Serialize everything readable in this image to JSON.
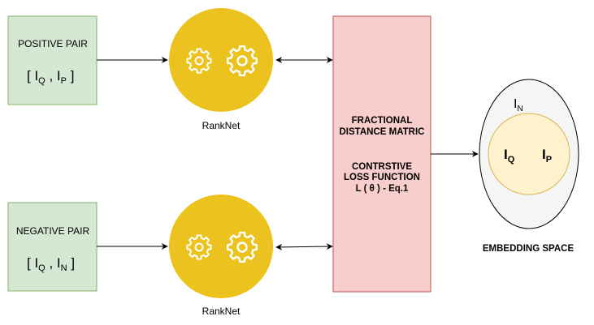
{
  "positive_pair": {
    "title": "POSITIVE PAIR",
    "open": "[ I",
    "q_sub": "Q",
    "comma": " , I",
    "p_sub": "P",
    "close": " ]"
  },
  "negative_pair": {
    "title": "NEGATIVE PAIR",
    "open": "[ I",
    "q_sub": "Q",
    "comma": " , I",
    "n_sub": "N",
    "close": " ]"
  },
  "rank_top": {
    "label": "RankNet"
  },
  "rank_bottom": {
    "label": "RankNet"
  },
  "loss_box": {
    "line1": "FRACTIONAL",
    "line2": "DISTANCE MATRIC",
    "line3": "CONTRSTIVE",
    "line4": "LOSS FUNCTION",
    "line5": "L ( θ ) - Eq.1"
  },
  "embedding": {
    "outer_letter": "I",
    "outer_sub": "N",
    "q_letter": "I",
    "q_sub": "Q",
    "p_letter": "I",
    "p_sub": "P",
    "caption": "EMBEDDING SPACE"
  },
  "colors": {
    "pair_fill": "#d5e8d4",
    "pair_stroke": "#82b366",
    "gear_circle": "#ecc21e",
    "loss_fill": "#f8cecc",
    "loss_stroke": "#b85450",
    "outer_ellipse": "#f5f5f5",
    "inner_circle": "#fff2cc",
    "inner_stroke": "#d6b656"
  }
}
